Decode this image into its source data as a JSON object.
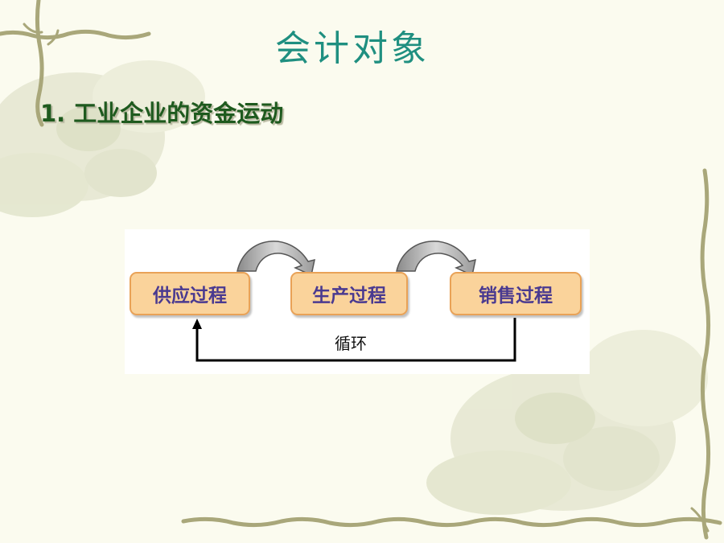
{
  "slide": {
    "title": "会计对象",
    "heading": "1. 工业企业的资金运动"
  },
  "diagram": {
    "processes": [
      {
        "label": "供应过程"
      },
      {
        "label": "生产过程"
      },
      {
        "label": "销售过程"
      }
    ],
    "cycle_label": "循环"
  },
  "colors": {
    "title": "#1f8f80",
    "heading": "#1e5a1e",
    "box_fill": "#fad39b",
    "box_border": "#e9a257",
    "box_text": "#4a3a90",
    "vine": "#a9a77a"
  }
}
